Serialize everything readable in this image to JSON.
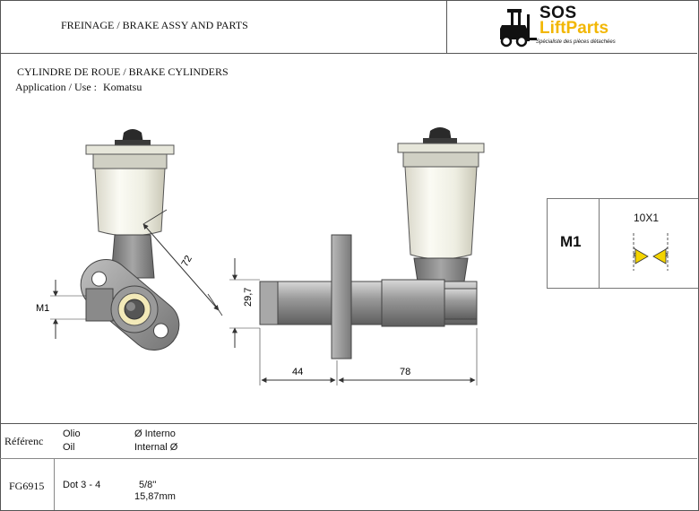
{
  "header": {
    "title": "FREINAGE / BRAKE ASSY AND PARTS",
    "logo": {
      "line1": "SOS",
      "line2": "LiftParts",
      "tagline": "Spécialiste des pièces détachées",
      "brand_color": "#f2b705"
    }
  },
  "section": {
    "title": "CYLINDRE DE ROUE / BRAKE CYLINDERS",
    "application_label": "Application / Use :",
    "application_value": "Komatsu"
  },
  "drawing": {
    "dims": {
      "angle_len": "72",
      "m1": "M1",
      "height": "29,7",
      "left_len": "44",
      "right_len": "78"
    }
  },
  "thread": {
    "label": "M1",
    "spec": "10X1",
    "accent": "#f4d400"
  },
  "table": {
    "headers": {
      "ref": "Référenc",
      "oil_it": "Olio",
      "oil_en": "Oil",
      "dia_it": "Ø Interno",
      "dia_en": "Internal Ø"
    },
    "row": {
      "ref": "FG6915",
      "oil": "Dot 3 - 4",
      "dia_in": "5/8''",
      "dia_mm": "15,87mm"
    }
  }
}
